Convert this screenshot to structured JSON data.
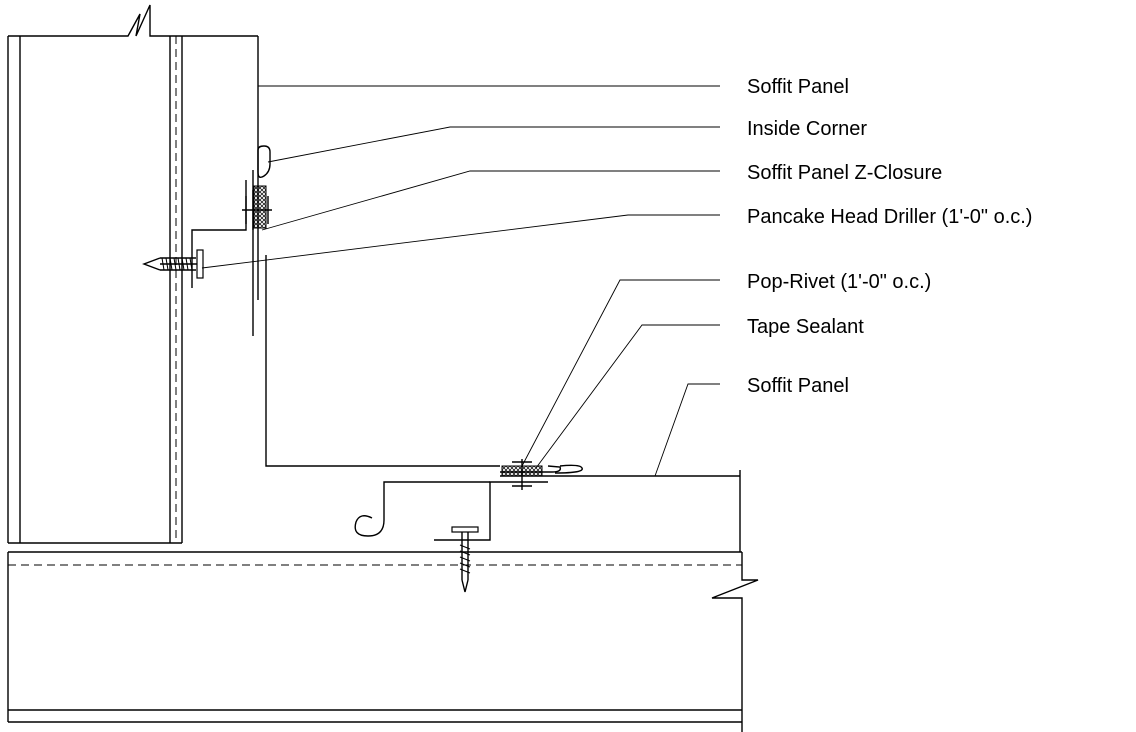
{
  "callouts": {
    "soffit_panel_top": "Soffit Panel",
    "inside_corner": "Inside Corner",
    "z_closure": "Soffit Panel Z-Closure",
    "pancake_driller": "Pancake Head Driller (1'-0\" o.c.)",
    "pop_rivet": "Pop-Rivet (1'-0\" o.c.)",
    "tape_sealant": "Tape Sealant",
    "soffit_panel_bottom": "Soffit Panel"
  }
}
